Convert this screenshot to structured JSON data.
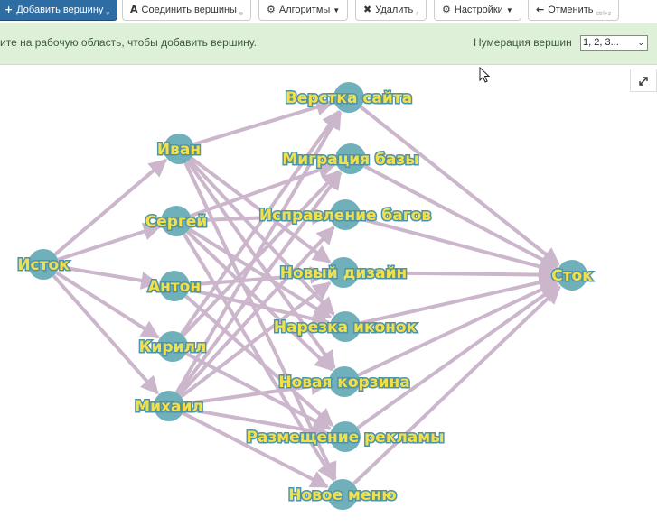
{
  "toolbar": {
    "add_vertex": {
      "label": "Добавить вершину",
      "hint": "v",
      "icon": "plus-icon"
    },
    "connect_vertices": {
      "label": "Соединить вершины",
      "hint": "e",
      "icon": "connect-icon"
    },
    "algorithms": {
      "label": "Алгоритмы",
      "icon": "gear-icon"
    },
    "delete": {
      "label": "Удалить",
      "hint": "r",
      "icon": "close-icon"
    },
    "settings": {
      "label": "Настройки",
      "icon": "gear-icon"
    },
    "undo": {
      "label": "Отменить",
      "hint": "ctrl+z",
      "icon": "arrow-left-icon"
    }
  },
  "info_bar": {
    "hint_text": "ите на рабочую область, чтобы добавить вершину.",
    "numbering_label": "Нумерация вершин",
    "numbering_value": "1, 2, 3..."
  },
  "colors": {
    "edge": "#cbb6cc",
    "node_fill": "#6fb0ba",
    "node_text": "#f2e04a"
  },
  "graph": {
    "nodes": [
      {
        "id": "source",
        "label": "Исток"
      },
      {
        "id": "ivan",
        "label": "Иван"
      },
      {
        "id": "sergey",
        "label": "Сергей"
      },
      {
        "id": "anton",
        "label": "Антон"
      },
      {
        "id": "kirill",
        "label": "Кирилл"
      },
      {
        "id": "mikhail",
        "label": "Михаил"
      },
      {
        "id": "site",
        "label": "Верстка сайта"
      },
      {
        "id": "migration",
        "label": "Миграция базы"
      },
      {
        "id": "bugs",
        "label": "Исправление багов"
      },
      {
        "id": "design",
        "label": "Новый дизайн"
      },
      {
        "id": "icons",
        "label": "Нарезка иконок"
      },
      {
        "id": "cart",
        "label": "Новая корзина"
      },
      {
        "id": "ads",
        "label": "Размещение рекламы"
      },
      {
        "id": "menu",
        "label": "Новое меню"
      },
      {
        "id": "sink",
        "label": "Сток"
      }
    ],
    "edges": [
      [
        "source",
        "ivan"
      ],
      [
        "source",
        "sergey"
      ],
      [
        "source",
        "anton"
      ],
      [
        "source",
        "kirill"
      ],
      [
        "source",
        "mikhail"
      ],
      [
        "ivan",
        "site"
      ],
      [
        "ivan",
        "icons"
      ],
      [
        "ivan",
        "cart"
      ],
      [
        "ivan",
        "menu"
      ],
      [
        "ivan",
        "design"
      ],
      [
        "sergey",
        "migration"
      ],
      [
        "sergey",
        "bugs"
      ],
      [
        "sergey",
        "icons"
      ],
      [
        "sergey",
        "cart"
      ],
      [
        "sergey",
        "menu"
      ],
      [
        "anton",
        "design"
      ],
      [
        "anton",
        "icons"
      ],
      [
        "anton",
        "ads"
      ],
      [
        "kirill",
        "site"
      ],
      [
        "kirill",
        "migration"
      ],
      [
        "kirill",
        "ads"
      ],
      [
        "mikhail",
        "site"
      ],
      [
        "mikhail",
        "migration"
      ],
      [
        "mikhail",
        "bugs"
      ],
      [
        "mikhail",
        "design"
      ],
      [
        "mikhail",
        "cart"
      ],
      [
        "mikhail",
        "ads"
      ],
      [
        "mikhail",
        "menu"
      ],
      [
        "site",
        "sink"
      ],
      [
        "migration",
        "sink"
      ],
      [
        "bugs",
        "sink"
      ],
      [
        "design",
        "sink"
      ],
      [
        "icons",
        "sink"
      ],
      [
        "cart",
        "sink"
      ],
      [
        "ads",
        "sink"
      ],
      [
        "menu",
        "sink"
      ]
    ]
  }
}
